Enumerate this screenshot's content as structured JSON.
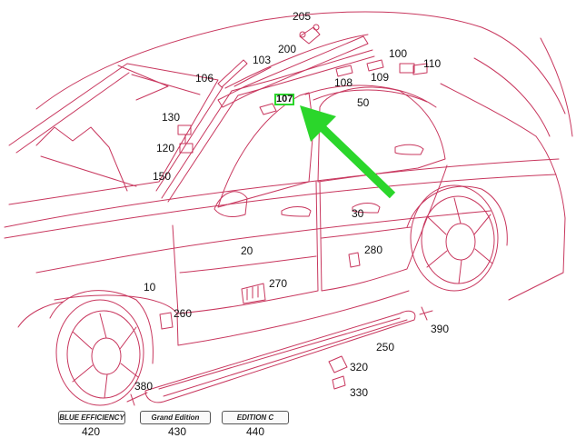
{
  "diagram": {
    "highlighted_part": "107",
    "colors": {
      "line": "#c8375e",
      "highlight": "#2bd62b",
      "text": "#111111"
    },
    "labels": {
      "p205": "205",
      "p200": "200",
      "p100": "100",
      "p110": "110",
      "p103": "103",
      "p106": "106",
      "p108": "108",
      "p109": "109",
      "p107": "107",
      "p50": "50",
      "p130": "130",
      "p120": "120",
      "p150": "150",
      "p30": "30",
      "p20": "20",
      "p280": "280",
      "p10": "10",
      "p270": "270",
      "p260": "260",
      "p390": "390",
      "p250": "250",
      "p320": "320",
      "p330": "330",
      "p380": "380",
      "p420": "420",
      "p430": "430",
      "p440": "440"
    },
    "badges": {
      "blue_efficiency": "BLUE EFFICIENCY",
      "grand_edition": "Grand Edition",
      "edition_c": "EDITION C"
    }
  }
}
